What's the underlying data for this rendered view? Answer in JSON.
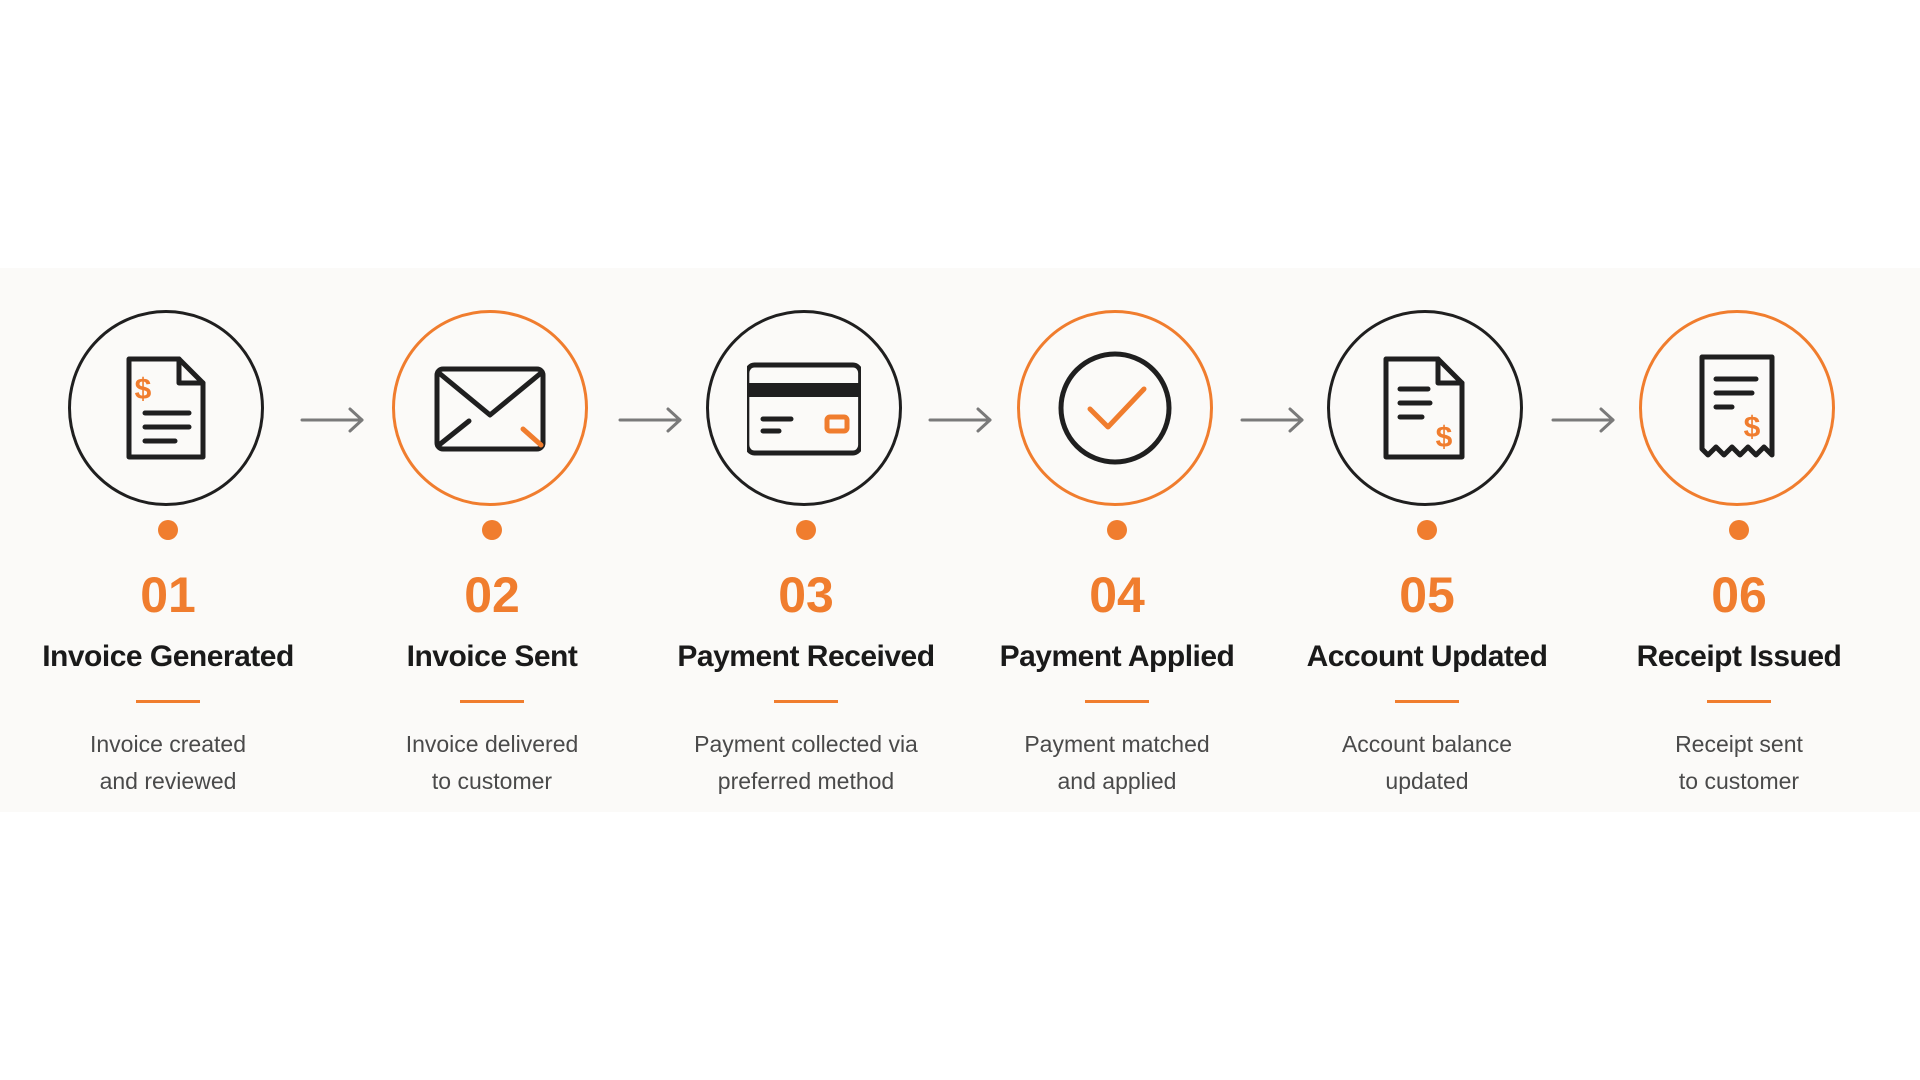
{
  "colors": {
    "accent": "#f07d2e",
    "outline": "#1f1f1f",
    "text": "#1a1a1a",
    "muted": "#4a4a4a"
  },
  "steps": [
    {
      "number": "01",
      "title": "Invoice Generated",
      "desc_line1": "Invoice created",
      "desc_line2": "and reviewed",
      "icon": "invoice-dollar-icon",
      "ring": "dark"
    },
    {
      "number": "02",
      "title": "Invoice Sent",
      "desc_line1": "Invoice delivered",
      "desc_line2": "to customer",
      "icon": "envelope-icon",
      "ring": "orange"
    },
    {
      "number": "03",
      "title": "Payment Received",
      "desc_line1": "Payment collected via",
      "desc_line2": "preferred method",
      "icon": "credit-card-icon",
      "ring": "dark"
    },
    {
      "number": "04",
      "title": "Payment Applied",
      "desc_line1": "Payment matched",
      "desc_line2": "and applied",
      "icon": "checkmark-icon",
      "ring": "orange"
    },
    {
      "number": "05",
      "title": "Account Updated",
      "desc_line1": "Account balance",
      "desc_line2": "updated",
      "icon": "document-dollar-icon",
      "ring": "dark"
    },
    {
      "number": "06",
      "title": "Receipt Issued",
      "desc_line1": "Receipt sent",
      "desc_line2": "to customer",
      "icon": "receipt-icon",
      "ring": "orange"
    }
  ]
}
